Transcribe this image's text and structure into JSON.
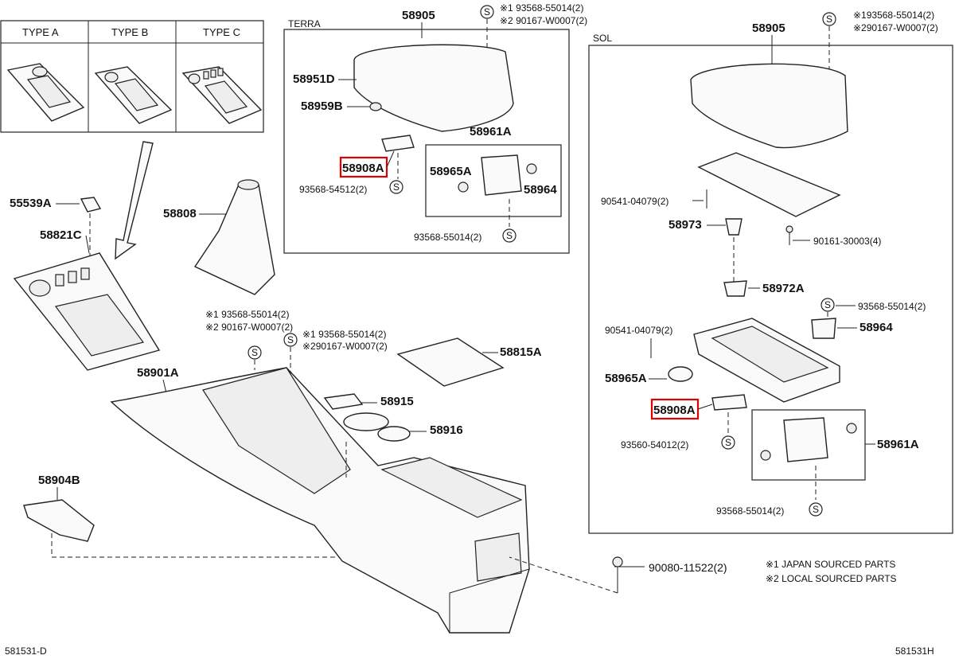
{
  "types": {
    "a": "TYPE A",
    "b": "TYPE B",
    "c": "TYPE C"
  },
  "sections": {
    "terra": "TERRA",
    "sol": "SOL"
  },
  "labels": {
    "p55539a": "55539A",
    "p58821c": "58821C",
    "p58808": "58808",
    "p58901a": "58901A",
    "p58904b": "58904B",
    "p58815a": "58815A",
    "p58915": "58915",
    "p58916": "58916",
    "t58905": "58905",
    "t58951d": "58951D",
    "t58959b": "58959B",
    "t58961a": "58961A",
    "t58908a": "58908A",
    "t58965a": "58965A",
    "t58964": "58964",
    "t93568_54512": "93568-54512(2)",
    "t93568_55014_bot": "93568-55014(2)",
    "t_top1": "※1 93568-55014(2)",
    "t_top2": "※2 90167-W0007(2)",
    "s58905": "58905",
    "s_top1": "※193568-55014(2)",
    "s_top2": "※290167-W0007(2)",
    "s90541a": "90541-04079(2)",
    "s58973": "58973",
    "s90161": "90161-30003(4)",
    "s58972a": "58972A",
    "s93568_55014": "93568-55014(2)",
    "s90541b": "90541-04079(2)",
    "s58964": "58964",
    "s58965a": "58965A",
    "s58908a": "58908A",
    "s93560": "93560-54012(2)",
    "s58961a": "58961A",
    "s93568_55014_bot": "93568-55014(2)",
    "c_l1": "※1 93568-55014(2)",
    "c_l2": "※2 90167-W0007(2)",
    "c_r1": "※1 93568-55014(2)",
    "c_r2": "※290167-W0007(2)",
    "p90080": "90080-11522(2)"
  },
  "legend": {
    "line1": "※1 JAPAN SOURCED PARTS",
    "line2": "※2 LOCAL SOURCED PARTS"
  },
  "footer": {
    "left": "581531-D",
    "right": "581531H"
  },
  "symbol": "S",
  "highlight_color": "#e00000"
}
